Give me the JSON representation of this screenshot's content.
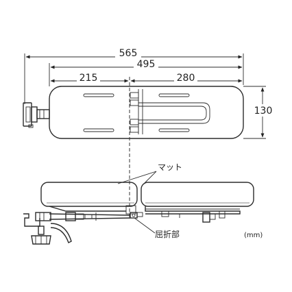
{
  "dimensions": {
    "overall_width": "565",
    "pad_width": "495",
    "left_section": "215",
    "right_section": "280",
    "pad_depth": "130"
  },
  "labels": {
    "mat": "マット",
    "fold_part": "屈折部",
    "unit": "(mm)"
  }
}
